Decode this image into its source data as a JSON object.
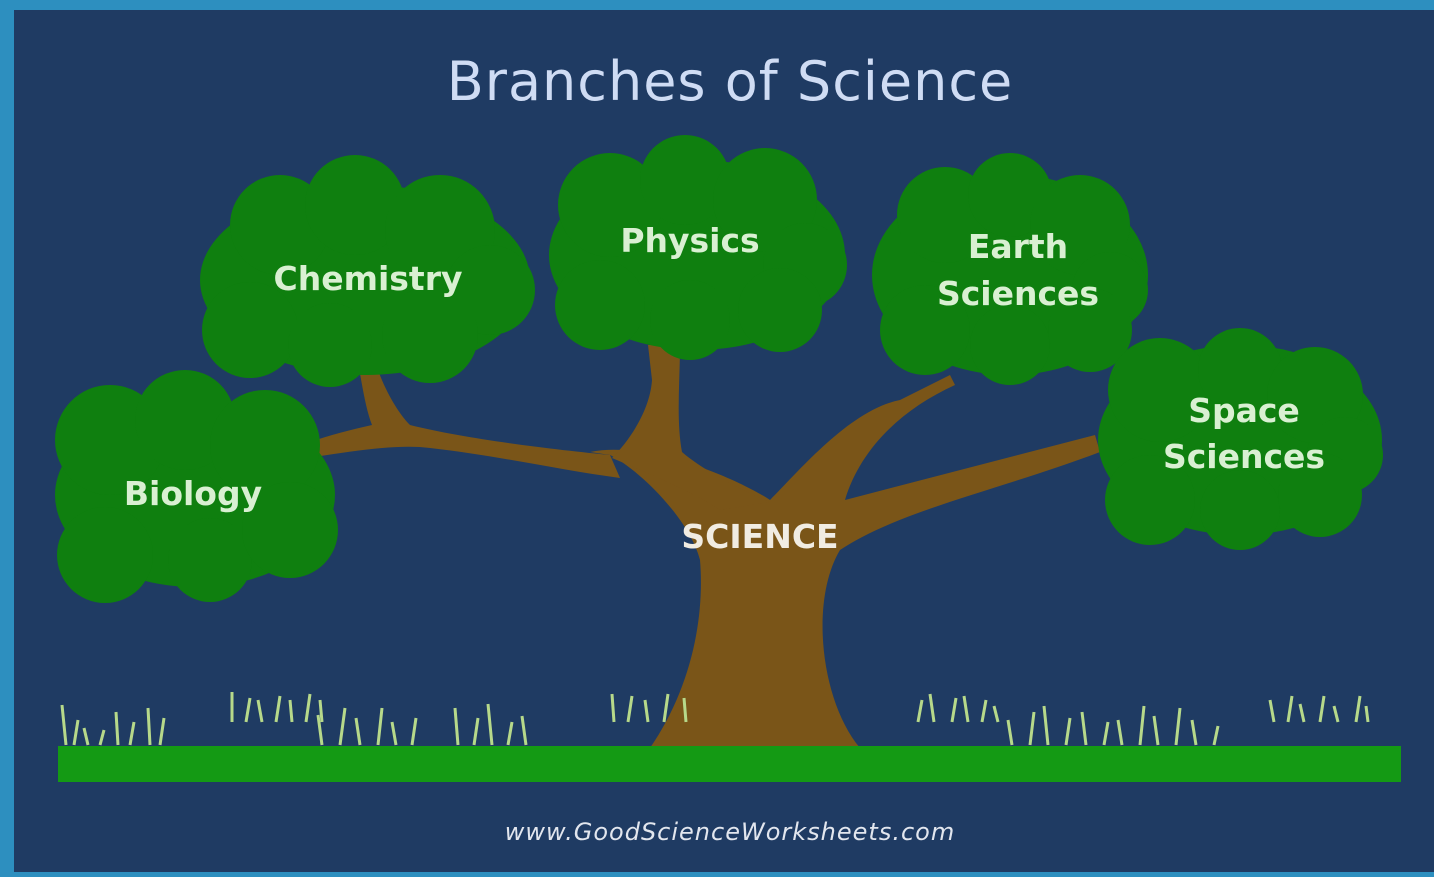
{
  "title": "Branches of Science",
  "trunk_label": "SCIENCE",
  "branches": [
    {
      "lines": [
        "Biology"
      ]
    },
    {
      "lines": [
        "Chemistry"
      ]
    },
    {
      "lines": [
        "Physics"
      ]
    },
    {
      "lines": [
        "Earth",
        "Sciences"
      ]
    },
    {
      "lines": [
        "Space",
        "Sciences"
      ]
    }
  ],
  "footer": "www.GoodScienceWorksheets.com",
  "colors": {
    "background": "#1f3b63",
    "frame": "#2d8fbf",
    "foliage": "#0f7f0f",
    "trunk": "#7a5518",
    "ground": "#149a14",
    "grass": "#b7d98a"
  }
}
